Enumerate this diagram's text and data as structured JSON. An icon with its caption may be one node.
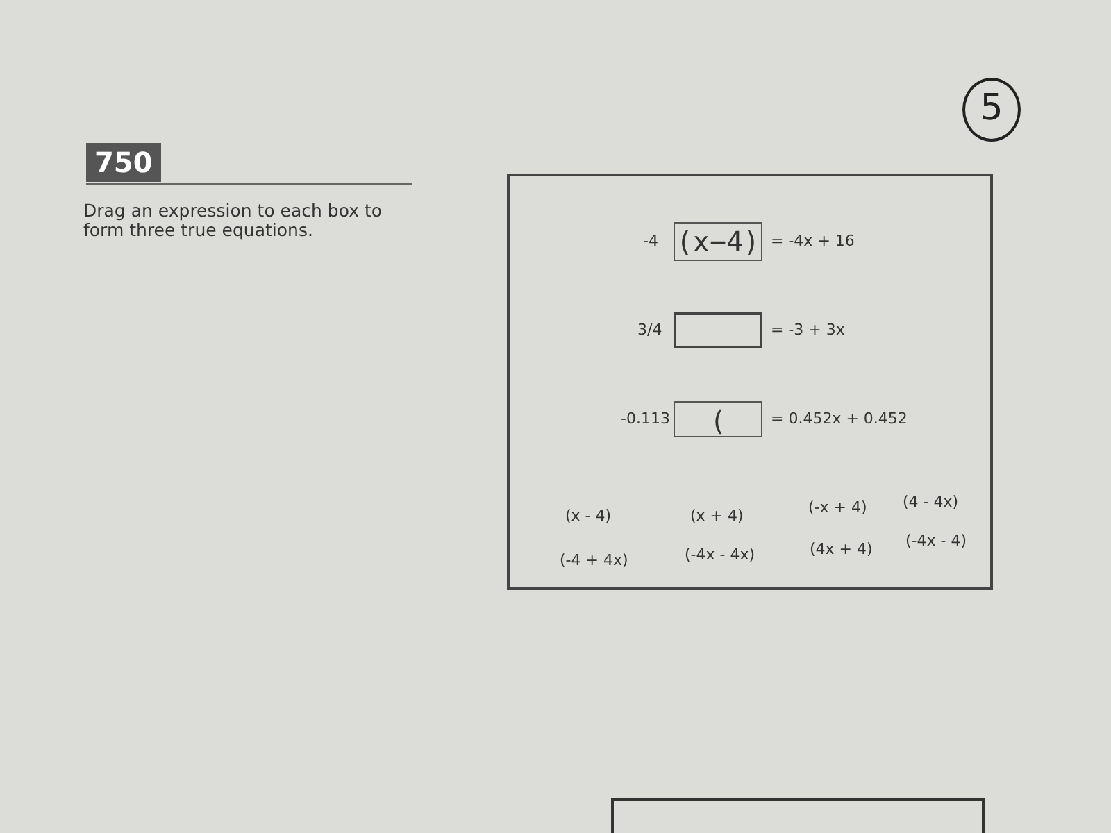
{
  "diagram": {
    "nodes": [
      {
        "text": [
          "750"
        ]
      },
      {
        "text": [],
        "shape": "box"
      },
      {
        "text": [
          "(x−4)"
        ],
        "in": 1
      },
      {
        "text": [],
        "shape": "box",
        "in": 1
      },
      {
        "text": [
          "("
        ],
        "in": 1
      },
      {
        "text": [
          "5"
        ]
      }
    ],
    "labels": [
      "Drag an expression to each box to form three true equations.",
      "-4",
      "= -4x + 16",
      "3/4",
      "= -3 + 3x",
      "-0.113",
      "= 0.452x + 0.452",
      "(x - 4)",
      "(x + 4)",
      "(-x + 4)",
      "(4 - 4x)",
      "(-4 + 4x)",
      "(-4x - 4x)",
      "(4x + 4)",
      "(-4x - 4)"
    ]
  }
}
